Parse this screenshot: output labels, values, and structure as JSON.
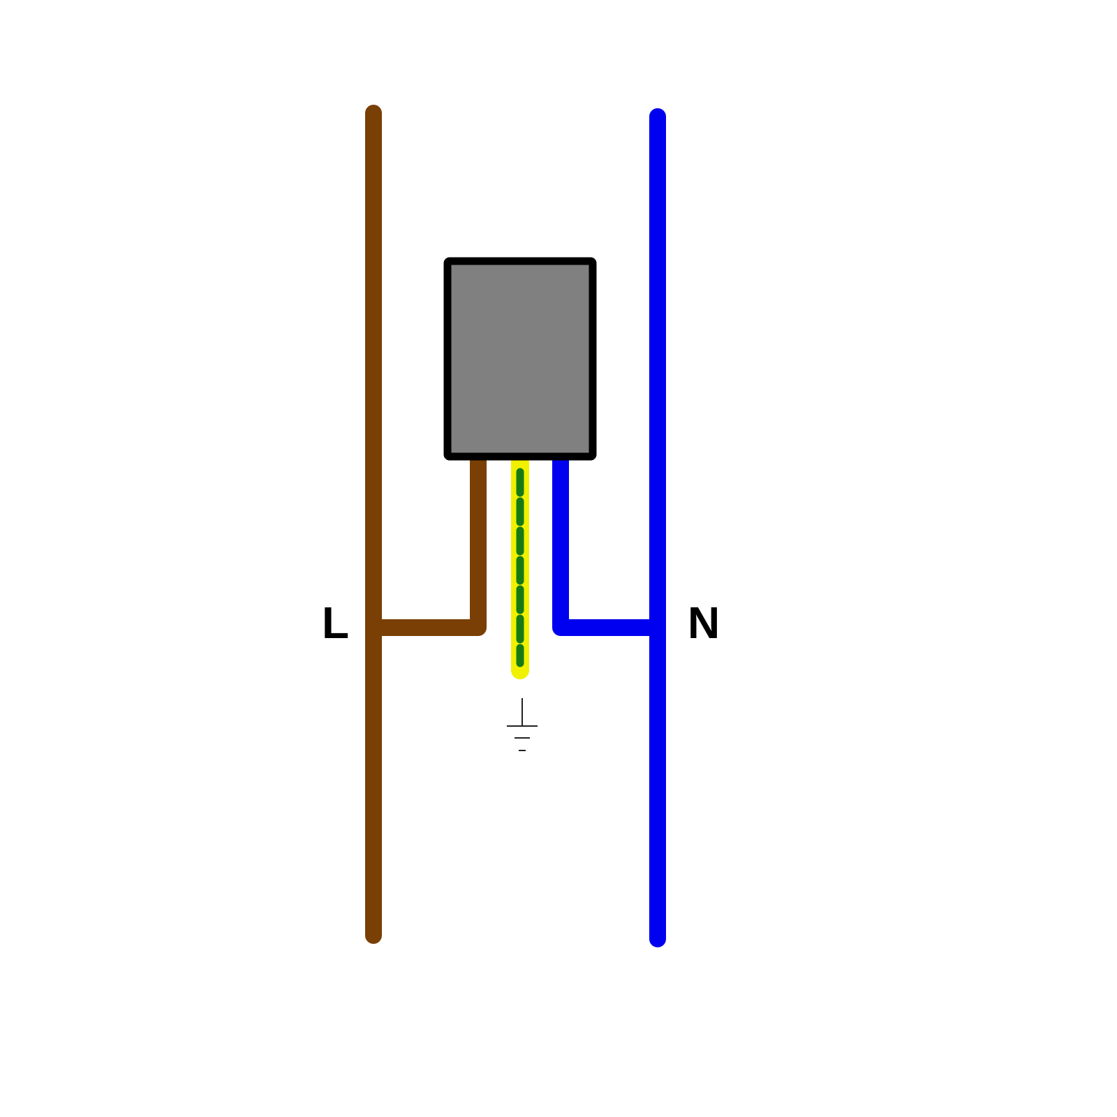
{
  "diagram": {
    "type": "wiring",
    "labels": {
      "live": "L",
      "neutral": "N"
    },
    "colors": {
      "live": "#7a3f05",
      "neutral": "#0000f0",
      "earth_outer": "#f0f000",
      "earth_dash": "#157a15",
      "device_fill": "#808080",
      "device_border": "#000000",
      "ground_symbol": "#222222"
    },
    "components": [
      "live conductor L",
      "neutral conductor N",
      "device box",
      "earth wire",
      "ground symbol"
    ]
  }
}
